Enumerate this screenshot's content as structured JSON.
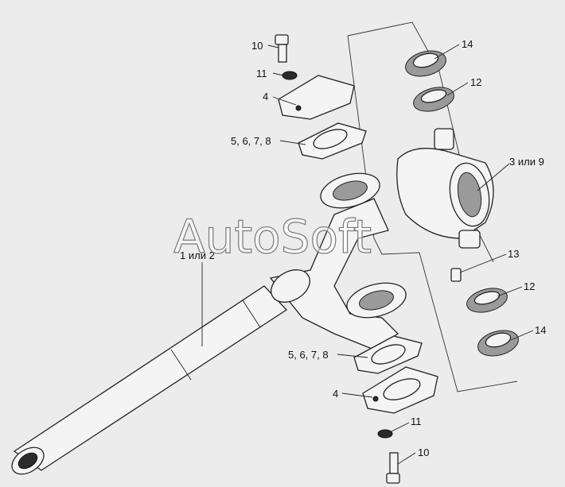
{
  "watermark": "AutoSoft",
  "labels": {
    "bolt_top": "10",
    "washer_top": "11",
    "plate_top": "4",
    "shims_top": "5, 6, 7, 8",
    "seal_top": "14",
    "bearing_top": "12",
    "housing": "3 или 9",
    "axle": "1 или 2",
    "fitting": "13",
    "bearing_bottom": "12",
    "seal_bottom": "14",
    "shims_bottom": "5, 6, 7, 8",
    "plate_bottom": "4",
    "washer_bottom": "11",
    "bolt_bottom": "10"
  }
}
